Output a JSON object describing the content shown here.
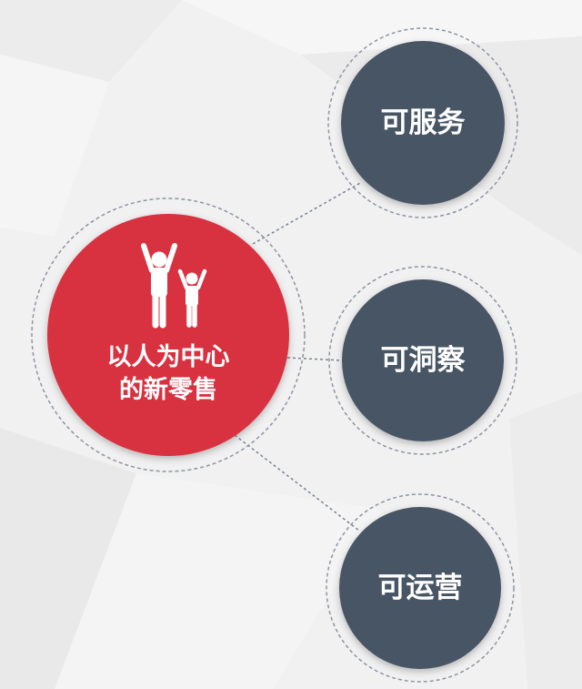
{
  "center": {
    "line1": "以人为中心",
    "line2": "的新零售",
    "icon": "people-cheering-icon",
    "color": "#d8313f"
  },
  "nodes": [
    {
      "label": "可服务"
    },
    {
      "label": "可洞察"
    },
    {
      "label": "可运营"
    }
  ],
  "colors": {
    "node": "#475565",
    "connector": "#7a8290",
    "ring": "#8e959f"
  }
}
